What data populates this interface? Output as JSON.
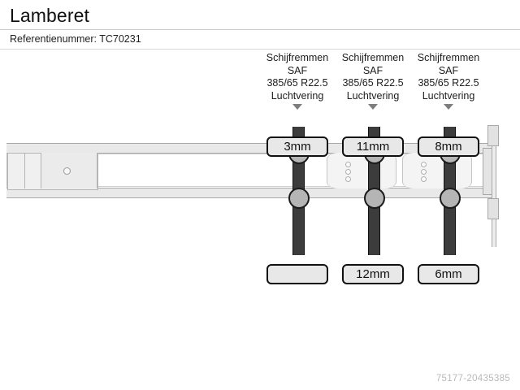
{
  "header": {
    "title": "Lamberet",
    "reference_label": "Referentienummer:",
    "reference_value": "TC70231",
    "reference_line": "Referentienummer: TC70231"
  },
  "diagram": {
    "type": "trailer-axle-diagram",
    "vehicle": "Lamberet semi-trailer",
    "axle_count": 3,
    "axles": [
      {
        "index": 1,
        "annotation": {
          "brakes": "Schijfremmen",
          "make": "SAF",
          "tyre_size": "385/65 R22.5",
          "suspension": "Luchtvering"
        },
        "tyre_top": "3mm",
        "tyre_bottom": ""
      },
      {
        "index": 2,
        "annotation": {
          "brakes": "Schijfremmen",
          "make": "SAF",
          "tyre_size": "385/65 R22.5",
          "suspension": "Luchtvering"
        },
        "tyre_top": "11mm",
        "tyre_bottom": "12mm"
      },
      {
        "index": 3,
        "annotation": {
          "brakes": "Schijfremmen",
          "make": "SAF",
          "tyre_size": "385/65 R22.5",
          "suspension": "Luchtvering"
        },
        "tyre_top": "8mm",
        "tyre_bottom": "6mm"
      }
    ]
  },
  "watermark": "75177-20435385",
  "colors": {
    "background": "#ffffff",
    "text": "#1a1a1a",
    "rule": "#c9c9c9",
    "axle": "#3c3c3c",
    "hub": "#b5b5b5",
    "box_fill": "#e8e8e8",
    "box_border": "#111111",
    "chassis": "#e9e9e9",
    "watermark": "#b9b9b9",
    "arrow": "#7d7d7d"
  }
}
